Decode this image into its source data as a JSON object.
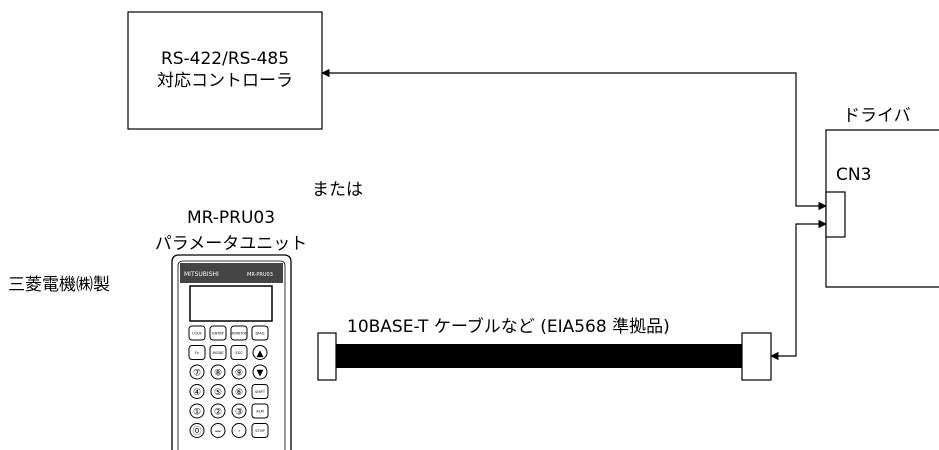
{
  "controller": {
    "line1": "RS-422/RS-485",
    "line2": "対応コントローラ"
  },
  "alternative_word": "または",
  "parameter_unit": {
    "model": "MR-PRU03",
    "name": "パラメータユニット",
    "maker": "三菱電機㈱製",
    "brand_text": "MITSUBISHI",
    "model_plate_text": "MR-PRU03",
    "keys": [
      [
        "LOCK",
        "ENTRY",
        "MONITOR",
        "DIAG"
      ],
      [
        "Fn",
        "MODE",
        "ESC",
        "▲"
      ],
      [
        "⑦",
        "⑧",
        "⑨",
        "▼"
      ],
      [
        "④",
        "⑤",
        "⑥",
        "SHIFT"
      ],
      [
        "①",
        "②",
        "③",
        "ALM"
      ],
      [
        "⓪",
        "−",
        "·",
        "STOP"
      ]
    ]
  },
  "driver": {
    "label": "ドライバ",
    "connector": "CN3"
  },
  "cable": {
    "label": "10BASE-T ケーブルなど (EIA568 準拠品)"
  }
}
